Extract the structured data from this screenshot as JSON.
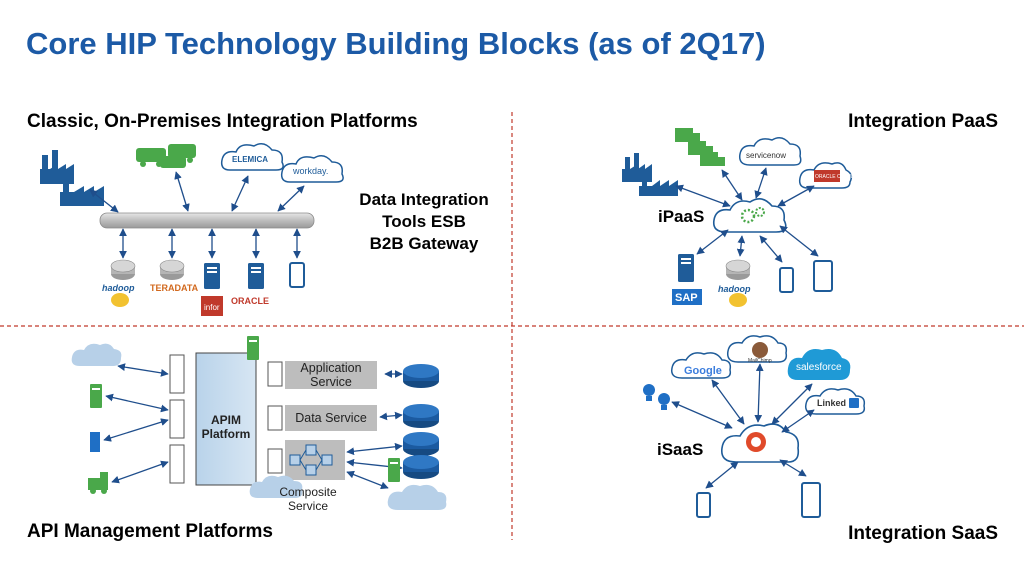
{
  "title": "Core HIP Technology Building Blocks (as of 2Q17)",
  "quadrants": {
    "classic": {
      "label": "Classic, On-Premises Integration Platforms",
      "text_lines": [
        "Data Integration",
        "Tools ESB",
        "B2B Gateway"
      ],
      "logos": {
        "elemica": "ELEMICA",
        "workday": "workday.",
        "hadoop": "hadoop",
        "teradata": "TERADATA",
        "infor": "infor",
        "oracle": "ORACLE"
      }
    },
    "ipaas": {
      "label": "Integration PaaS",
      "center_label": "iPaaS",
      "logos": {
        "servicenow": "servicenow",
        "oracle_cloud": "ORACLE CLOUD",
        "sap": "SAP",
        "hadoop": "hadoop"
      }
    },
    "apim": {
      "label": "API Management Platforms",
      "platform_label": "APIM Platform",
      "services": [
        "Application Service",
        "Data Service"
      ],
      "composite_label": "Composite Service"
    },
    "isaas": {
      "label": "Integration SaaS",
      "center_label": "iSaaS",
      "logos": {
        "google": "Google",
        "mailchimp": "MailChimp",
        "salesforce": "salesforce",
        "linkedin": "Linked"
      }
    }
  },
  "colors": {
    "title": "#1c5aa6",
    "icon_blue": "#1f5c99",
    "icon_green": "#4aa84a",
    "divider": "#c0392b",
    "bus_gray": "#c8c8c8",
    "arrow": "#1f4e8c"
  }
}
